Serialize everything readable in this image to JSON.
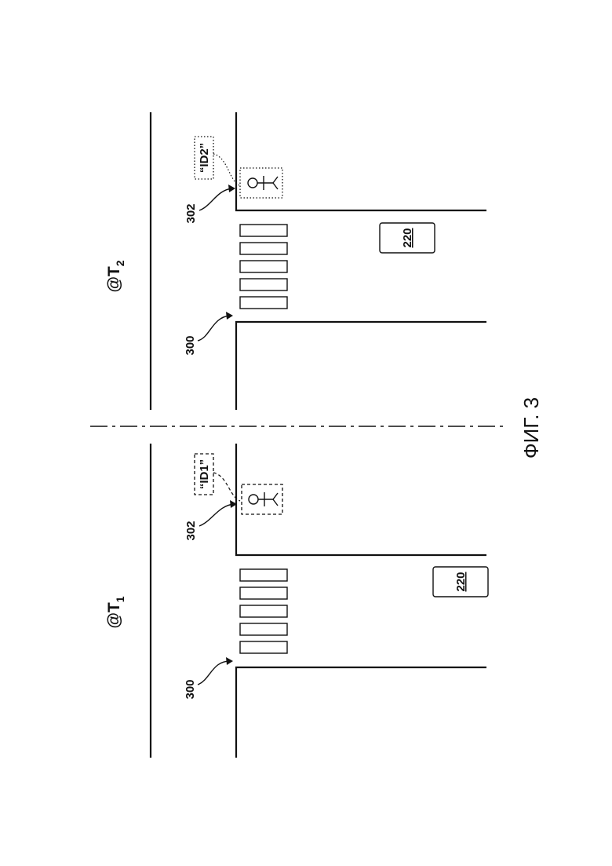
{
  "figure": {
    "caption": "ФИГ. 3"
  },
  "panels": [
    {
      "time_prefix": "@T",
      "time_sub": "1",
      "crosswalk_ref": "300",
      "pedestrian_ref": "302",
      "vehicle_label": "220",
      "id_tag": "“ID1”",
      "id_box_style": "dashed"
    },
    {
      "time_prefix": "@T",
      "time_sub": "2",
      "crosswalk_ref": "300",
      "pedestrian_ref": "302",
      "vehicle_label": "220",
      "id_tag": "“ID2”",
      "id_box_style": "dotted"
    }
  ]
}
